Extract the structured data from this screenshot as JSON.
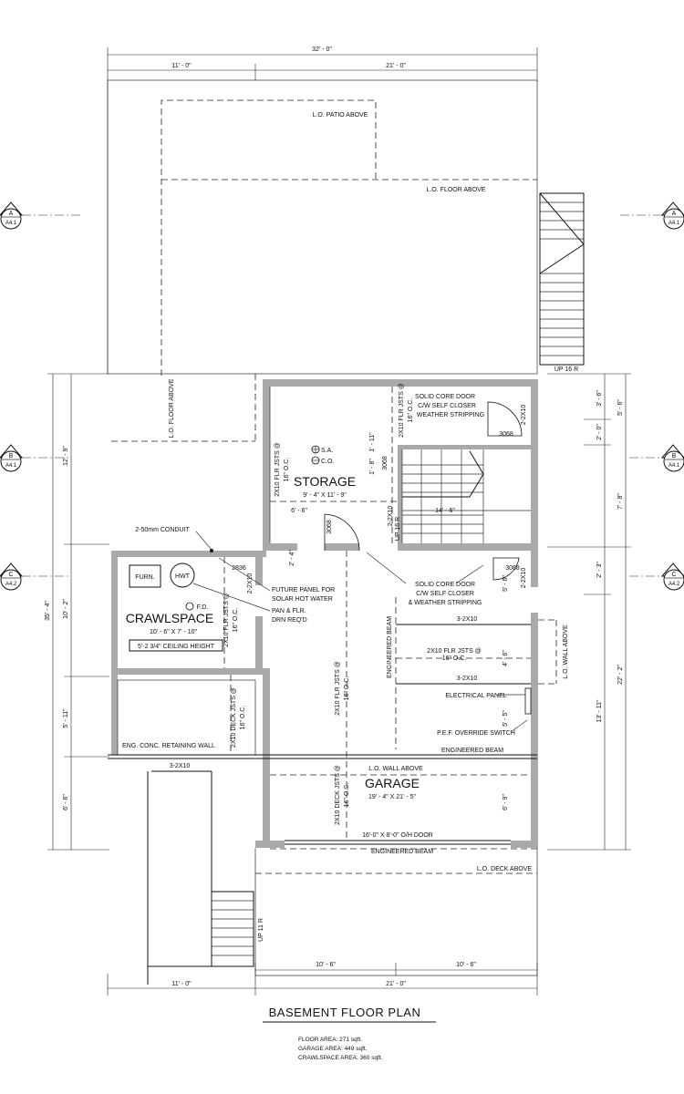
{
  "drawing": {
    "title": "BASEMENT FLOOR PLAN",
    "areas": [
      "FLOOR AREA: 271 sqft.",
      "GARAGE AREA: 449 sqft.",
      "CRAWLSPACE AREA: 360 sqft."
    ]
  },
  "dimensions": {
    "overall_width": "32' - 0\"",
    "top_left": "11' - 0\"",
    "top_right": "21' - 0\"",
    "bottom_left": "11' - 0\"",
    "bottom_right": "21' - 0\"",
    "garage_left": "10' - 6\"",
    "garage_right": "10' - 6\"",
    "left_overall": "35' - 4\"",
    "left_1": "12' - 9\"",
    "left_2": "10' - 2\"",
    "left_3": "5' - 11\"",
    "left_4": "6' - 6\"",
    "right_1": "3' - 6\"",
    "right_2": "5' - 6\"",
    "right_3": "2' - 0\"",
    "right_4": "7' - 8\"",
    "right_5": "2' - 3\"",
    "right_6": "22' - 2\"",
    "right_7": "13' - 11\"",
    "storage_6_6": "6' - 6\"",
    "storage_14_6": "14' - 6\"",
    "storage_1_8": "1' - 8\"",
    "storage_1_11": "1' - 11\"",
    "crawl_2_4": "2' - 4\"",
    "garage_4_6": "4' - 6\"",
    "garage_5_5": "5' - 5\"",
    "garage_5_6": "5' - 6\"",
    "garage_6_9": "6' - 9\""
  },
  "section_markers": [
    {
      "letter": "A",
      "sheet": "A4.1"
    },
    {
      "letter": "B",
      "sheet": "A4.1"
    },
    {
      "letter": "C",
      "sheet": "A4.2"
    }
  ],
  "rooms": {
    "storage": {
      "name": "STORAGE",
      "size": "9' - 4\" X 11' - 9\""
    },
    "crawlspace": {
      "name": "CRAWLSPACE",
      "size": "10' - 6\" X 7' - 10\"",
      "ceiling": "5'-2 3/4\" CEILING HEIGHT"
    },
    "garage": {
      "name": "GARAGE",
      "size": "19' - 4\" X 21' - 5\""
    }
  },
  "labels": {
    "lo_patio_above": "L.O. PATIO ABOVE",
    "lo_floor_above": "L.O. FLOOR ABOVE",
    "lo_floor_above_vertical": "L.O. FLOOR ABOVE",
    "up_16r_top": "UP 16 R",
    "up_16r_stair": "UP 16 R",
    "solid_core_1": "SOLID CORE DOOR",
    "self_closer_1": "C/W SELF CLOSER",
    "weather_1": "WEATHER STRIPPING",
    "solid_core_2": "SOLID CORE DOOR",
    "self_closer_2": "C/W SELF CLOSER",
    "weather_2": "& WEATHER STRIPPING",
    "door_3068_a": "3068",
    "door_3068_b": "3068",
    "door_3068_c": "3068",
    "door_2836": "2836",
    "sa": "S.A.",
    "co": "C.O.",
    "conduit": "2-50mm CONDUIT",
    "future_panel_1": "FUTURE PANEL FOR",
    "future_panel_2": "SOLAR HOT WATER",
    "pan_1": "PAN & FLR.",
    "pan_2": "DRN REQ'D",
    "furn": "FURN.",
    "hwt": "HWT",
    "fd": "F.D.",
    "lintel_2x10_a": "2-2X10",
    "lintel_2x10_b": "2-2X10",
    "lintel_2x10_c": "2-2X10",
    "lintel_2x10_d": "2-2X10",
    "joists_storage": "2X10 FLR JSTS @",
    "joists_storage_oc": "16\" O.C.",
    "joists_stair": "2X10 FLR JSTS @",
    "joists_stair_oc": "16\" O.C.",
    "joists_crawl": "2X10 FLR JSTS @",
    "joists_crawl_oc": "16\" O.C.",
    "joists_garage": "2X10 FLR JSTS @",
    "joists_garage_oc": "16\" O.C.",
    "joists_garage_h": "2X10 FLR JSTS @",
    "joists_garage_h_oc": "16\" O.C.",
    "deck_joists_1": "2X10 DECK JSTS @",
    "deck_joists_1_oc": "16\" O.C.",
    "deck_joists_2": "2X10 DECK JSTS @",
    "deck_joists_2_oc": "16\" O.C.",
    "beam_3_2x10_a": "3-2X10",
    "beam_3_2x10_b": "3-2X10",
    "beam_3_2x10_c": "3-2X10",
    "engineered_beam_v": "ENGINEERED BEAM",
    "engineered_beam_1": "ENGINEERED BEAM",
    "engineered_beam_2": "ENGINEERED BEAM",
    "lo_wall_above_v": "L.O. WALL ABOVE",
    "lo_wall_above_h": "L.O. WALL ABOVE",
    "electrical_panel": "ELECTRICAL PANEL",
    "pef_override": "P.E.F. OVERRIDE SWITCH",
    "retaining_wall": "ENG. CONC. RETAINING WALL",
    "oh_door": "16'-0\" X 8'-0\" O/H DOOR",
    "lo_deck_above": "L.O. DECK ABOVE",
    "up_11r": "UP 11 R"
  }
}
